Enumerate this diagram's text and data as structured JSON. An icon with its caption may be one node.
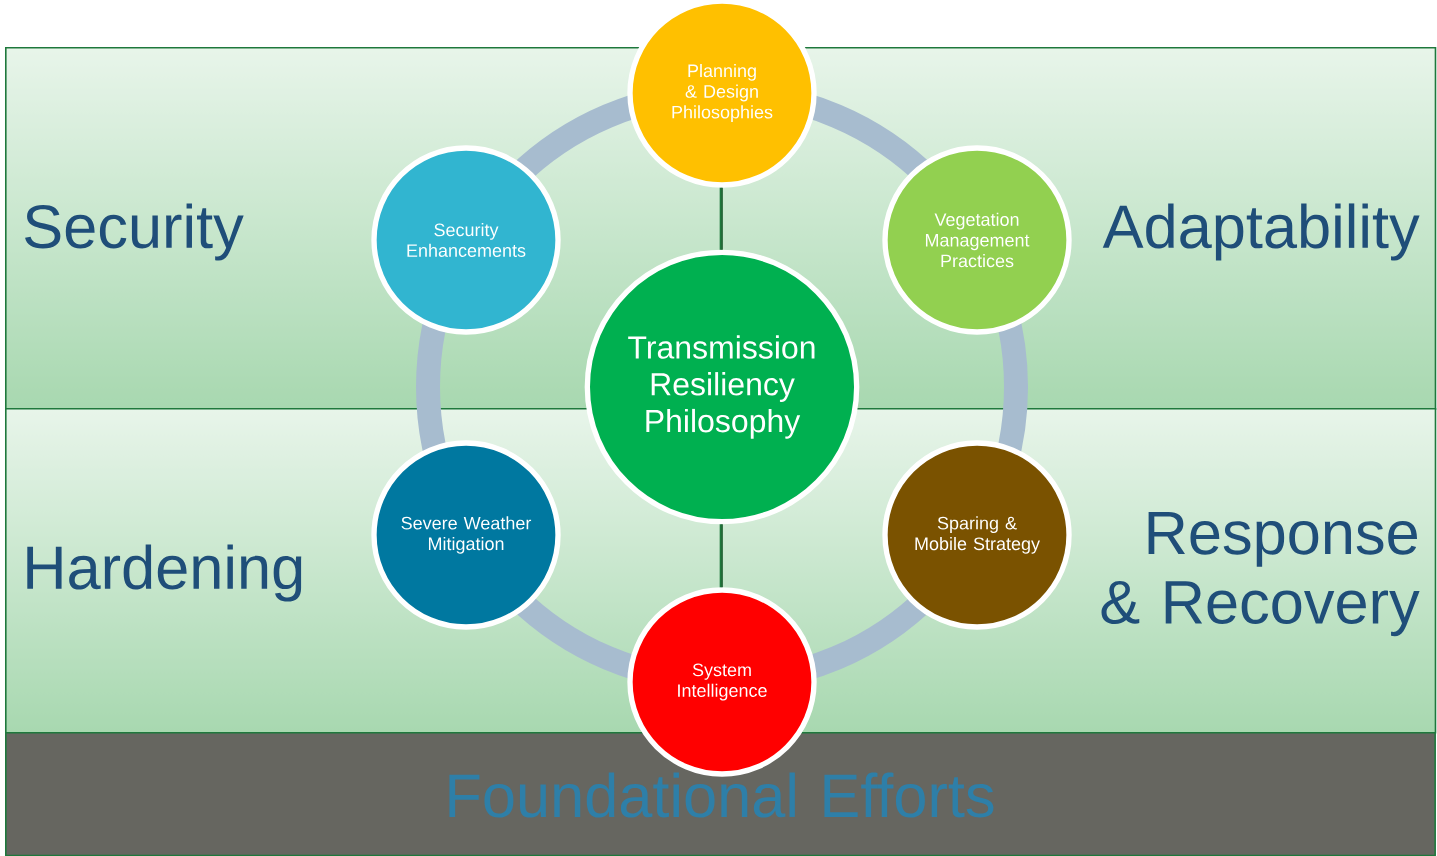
{
  "diagram": {
    "nodes": [
      {
        "text": [
          "Security"
        ]
      },
      {
        "text": [
          "Adaptability"
        ]
      },
      {
        "text": [
          "Hardening"
        ]
      },
      {
        "text": [
          "Response & Recovery"
        ]
      },
      {
        "text": [
          "Foundational Efforts"
        ]
      },
      {
        "text": [
          "Transmission Resiliency Philosophy"
        ]
      },
      {
        "text": [
          "Planning & Design Philosophies"
        ]
      },
      {
        "text": [
          "Security Enhancements"
        ],
        "in": 0
      },
      {
        "text": [
          "Vegetation Management Practices"
        ],
        "in": 1
      },
      {
        "text": [
          "Severe Weather Mitigation"
        ],
        "in": 2
      },
      {
        "text": [
          "Sparing & Mobile Strategy"
        ],
        "in": 3
      },
      {
        "text": [
          "System Intelligence"
        ]
      }
    ],
    "edges": [
      {
        "from": 6,
        "to": 5,
        "arrow": "none"
      },
      {
        "from": 5,
        "to": 11,
        "arrow": "none"
      }
    ]
  }
}
